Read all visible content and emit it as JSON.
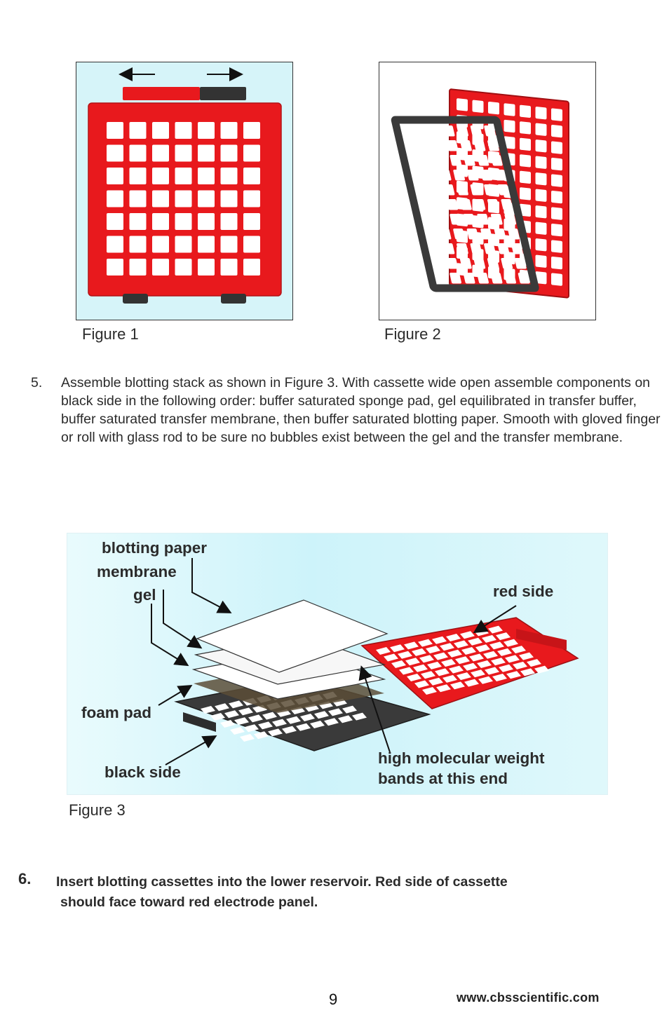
{
  "figure1": {
    "caption": "Figure 1"
  },
  "figure2": {
    "caption": "Figure 2"
  },
  "step5": {
    "number": "5.",
    "text": "Assemble blotting stack as shown in Figure 3.  With cassette wide open assemble components on black side in the following order:  buffer saturated sponge pad, gel equilibrated in transfer buffer, buffer saturated transfer membrane, then buffer saturated blotting paper.  Smooth with gloved finger or roll with glass rod to be sure no bubbles exist between the gel and the transfer membrane."
  },
  "figure3": {
    "caption": "Figure 3",
    "labels": {
      "blotting_paper": "blotting paper",
      "membrane": "membrane",
      "gel": "gel",
      "red_side": "red side",
      "foam_pad": "foam pad",
      "black_side": "black side",
      "high_mw_line1": "high molecular weight",
      "high_mw_line2": "bands at this end"
    }
  },
  "step6": {
    "number": "6.",
    "line1": "Insert blotting cassettes into the lower reservoir.  Red side of cassette",
    "line2": " should face toward red electrode panel."
  },
  "footer": {
    "page_number": "9",
    "website": "www.cbsscientific.com"
  },
  "colors": {
    "cassette_red": "#e8191d",
    "cassette_black": "#3a3a3a",
    "figure_bg": "#d6f4f9"
  }
}
